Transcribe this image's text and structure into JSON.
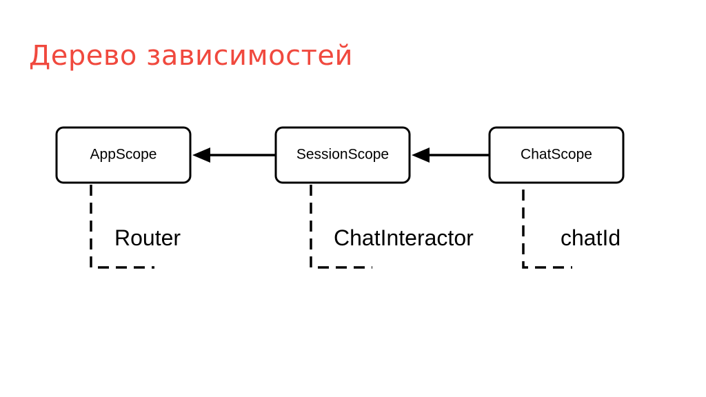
{
  "title": "Дерево зависимостей",
  "scopes": [
    {
      "id": "app",
      "label": "AppScope"
    },
    {
      "id": "session",
      "label": "SessionScope"
    },
    {
      "id": "chat",
      "label": "ChatScope"
    }
  ],
  "dependencies": [
    {
      "scope": "app",
      "label": "Router"
    },
    {
      "scope": "session",
      "label": "ChatInteractor"
    },
    {
      "scope": "chat",
      "label": "chatId"
    }
  ],
  "edges": [
    {
      "from": "session",
      "to": "app"
    },
    {
      "from": "chat",
      "to": "session"
    }
  ]
}
